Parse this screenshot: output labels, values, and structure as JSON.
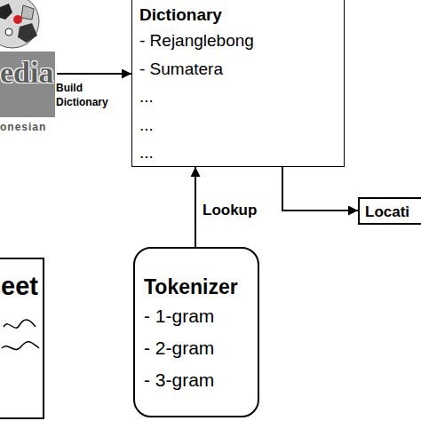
{
  "diagram": {
    "nodes": [
      {
        "text": [
          "edia",
          "onesian"
        ]
      },
      {
        "text": [
          "Dictionary",
          "- Rejanglebong",
          "- Sumatera",
          "...",
          "...",
          "..."
        ]
      },
      {
        "text": [
          "Locati"
        ]
      },
      {
        "text": [
          "eet"
        ]
      },
      {
        "text": [
          "Tokenizer",
          "- 1-gram",
          "- 2-gram",
          "- 3-gram"
        ]
      }
    ],
    "edges": [
      {
        "from": 0,
        "to": 1,
        "label": "Build Dictionary",
        "arrow": "to"
      },
      {
        "from": 4,
        "to": 1,
        "label": "Lookup",
        "arrow": "to"
      },
      {
        "from": 1,
        "to": 2,
        "arrow": "to"
      }
    ]
  }
}
